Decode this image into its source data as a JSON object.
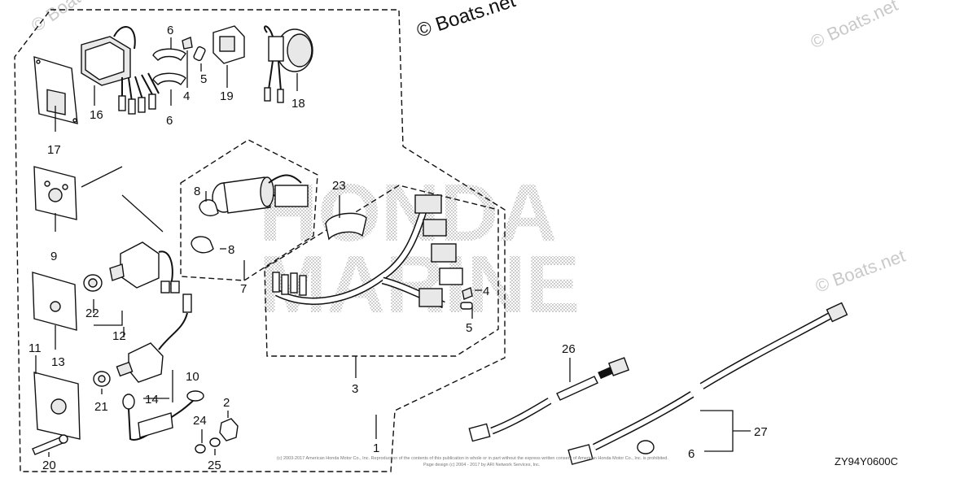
{
  "watermarks": {
    "main": "© Boats.net",
    "left": "© Boats.net",
    "right_top": "© Boats.net",
    "right_mid": "© Boats.net",
    "big_top": "HONDA",
    "big_bottom": "MARINE"
  },
  "diagram_code": "ZY94Y0600C",
  "copyright": "(c) 2003-2017 American Honda Motor Co., Inc. Reproduction of the contents of this publication in whole or in part without the express written consent of American Honda Motor Co., Inc. is prohibited.",
  "copyright_line2": "Page design (c) 2004 - 2017 by ARI Network Services, Inc.",
  "parts": {
    "p1": "1",
    "p2": "2",
    "p3": "3",
    "p4a": "4",
    "p4b": "4",
    "p5a": "5",
    "p5b": "5",
    "p6a": "6",
    "p6b": "6",
    "p6c": "6",
    "p7": "7",
    "p8a": "8",
    "p8b": "8",
    "p9": "9",
    "p10": "10",
    "p11": "11",
    "p12": "12",
    "p13": "13",
    "p14": "14",
    "p16": "16",
    "p17": "17",
    "p18": "18",
    "p19": "19",
    "p20": "20",
    "p21": "21",
    "p22": "22",
    "p23": "23",
    "p24": "24",
    "p25": "25",
    "p26": "26",
    "p27": "27"
  }
}
